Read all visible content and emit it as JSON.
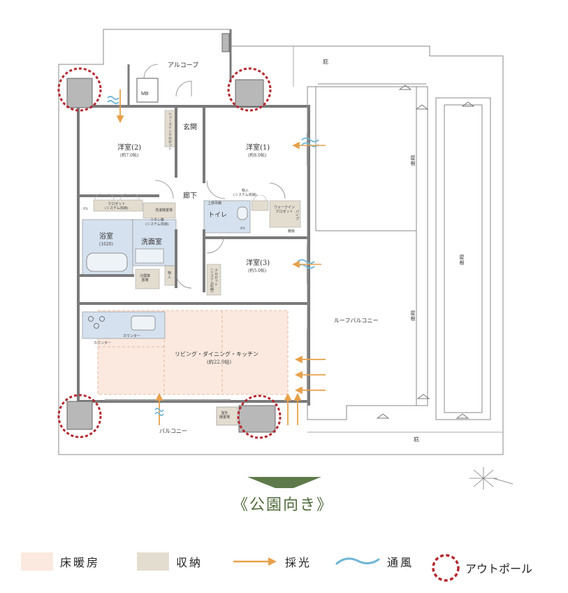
{
  "rooms": {
    "alcove": "アルコーブ",
    "eaves_top": "庇",
    "eaves_bottom": "庇",
    "mb": "MB",
    "entrance": "玄関",
    "western2_name": "洋室(2)",
    "western2_size": "(約7.0帖)",
    "western1_name": "洋室(1)",
    "western1_size": "(約8.0帖)",
    "western3_name": "洋室(3)",
    "western3_size": "(約5.0帖)",
    "hallway": "廊下",
    "toilet": "トイレ",
    "bath_name": "浴室",
    "bath_size": "(1620)",
    "washroom": "洗面室",
    "ldk_name": "リビング・ダイニング・キッチン",
    "ldk_size": "(約22.0帖)",
    "roof_balcony": "ルーフバルコニー",
    "balcony": "バルコニー",
    "roof": "屋根"
  },
  "fixtures": {
    "closet_w2": "クロゼット\n(システム収納)",
    "shoe_closet": "シューズインクロゼット",
    "ps": "PS",
    "linen": "リネン庫\n(システム収納)",
    "washer": "洗濯機置場",
    "storage": "物入\n(システム収納)",
    "upper_shelf": "上部吊棚",
    "walkin": "ウォークイン\nクロゼット",
    "shelf": "棚板",
    "pole": "パイプ",
    "closet_w3": "クロゼット\n(システム収納)",
    "counter": "カウンター",
    "fridge": "冷蔵庫\n置場",
    "storage2": "物\n入",
    "outdoor_unit": "室外\n機置場"
  },
  "direction": "《公園向き》",
  "legend": [
    {
      "label": "床暖房",
      "kind": "swatch",
      "color": "#fbe9df"
    },
    {
      "label": "収納",
      "kind": "swatch",
      "color": "#e3ddd0"
    },
    {
      "label": "採光",
      "kind": "arrow",
      "color": "#e8a04a"
    },
    {
      "label": "通風",
      "kind": "wave",
      "color": "#6fb7d6"
    },
    {
      "label": "アウトポール",
      "kind": "circle",
      "color": "#b5282f"
    }
  ],
  "colors": {
    "wall": "#7a7a7a",
    "floor_heating": "#fbe9df",
    "storage": "#e3ddd0",
    "wet_area": "#d5e1ee",
    "sunlight": "#e8a04a",
    "ventilation": "#6fb7d6",
    "outpole": "#b5282f",
    "direction": "#4f6b3c"
  }
}
